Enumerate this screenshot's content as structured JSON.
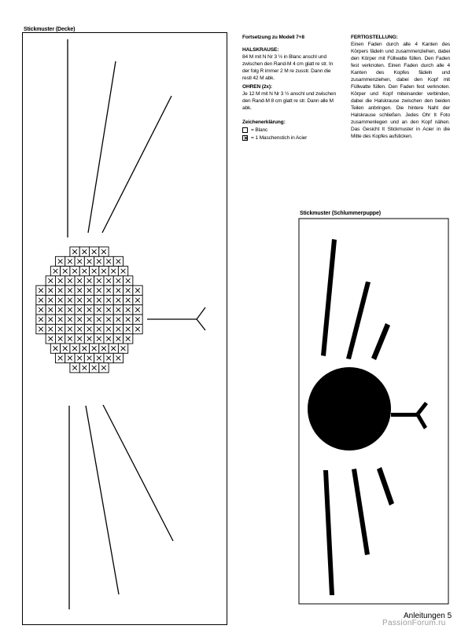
{
  "left_panel": {
    "title": "Stickmuster (Decke)"
  },
  "middle_column": {
    "heading": "Fortsetzung zu Modell 7+8",
    "halskrause_title": "HALSKRAUSE:",
    "halskrause_text": "84 M mit N Nr 3 ½ in Blanc anschl und zwischen den Rand-M 4 cm glatt re str. In der folg R immer 2 M re zusstr. Dann die restl 42 M abk.",
    "ohren_title": "OHREN (2x):",
    "ohren_text": "Je 12 M mit N Nr 3 ½ anschl und zwischen den Rand-M 8 cm glatt re str. Dann alle M abk.",
    "legend_title": "Zeichenerklärung:",
    "legend_blanc": "= Blanc",
    "legend_stitch": "= 1 Maschenstich in Acier"
  },
  "right_column": {
    "title": "FERTIGSTELLUNG:",
    "text": "Einen Faden durch alle 4 Kanten des Körpers fädeln und zusammenziehen, dabei den Körper mit Füllwatte füllen. Den Faden fest verknoten. Einen Faden durch alle 4 Kanten des Kopfes fädeln und zusammenziehen, dabei den Kopf mit Füllwatte füllen. Den Faden fest verknoten. Körper und Kopf miteinander verbinden, dabei die Halskrause zwischen den beiden Teilen anbringen. Die hintere Naht der Halskrause schließen. Jedes Ohr lt Foto zusammenlegen und an den Kopf nähen. Das Gesicht lt Stickmuster in Acier in die Mitte des Kopfes aufsticken."
  },
  "right_panel": {
    "title": "Stickmuster (Schlummerpuppe)"
  },
  "footer": {
    "page_label": "Anleitungen 5"
  },
  "watermark": {
    "text": "PassionForum.ru"
  },
  "chart": {
    "row_counts": [
      4,
      7,
      8,
      9,
      11,
      11,
      11,
      11,
      11,
      9,
      8,
      7,
      4
    ],
    "symbol": "x"
  }
}
